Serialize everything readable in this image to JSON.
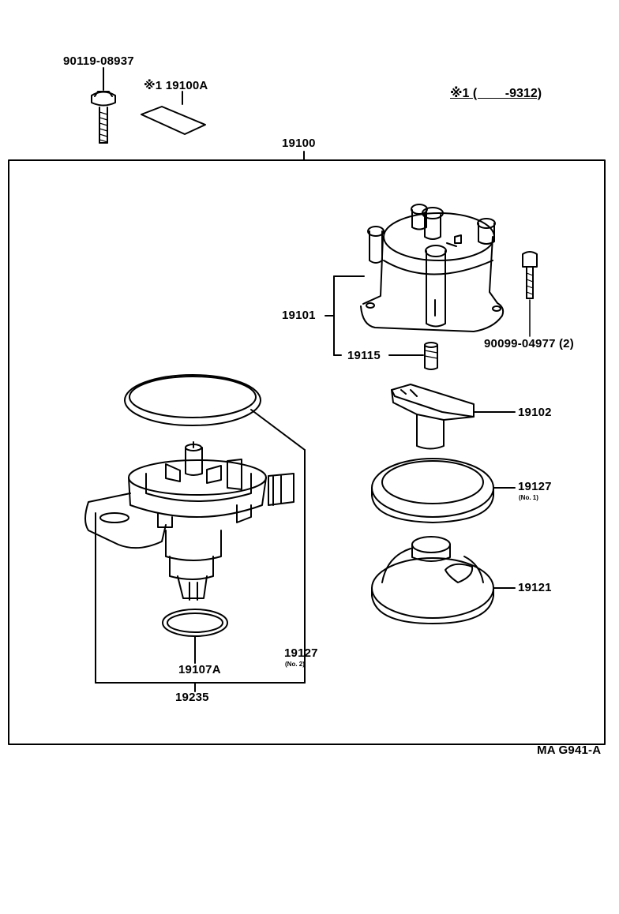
{
  "labels": {
    "bolt_top": "90119-08937",
    "label_plate": "※1 19100A",
    "assembly": "19100",
    "cap": "19101",
    "carbon": "19115",
    "cap_screw": "90099-04977 (2)",
    "rotor": "19102",
    "gasket_1": "19127",
    "gasket_1_sub": "(No. 1)",
    "cover": "19121",
    "gasket_2": "19127",
    "gasket_2_sub": "(No. 2)",
    "oring": "19107A",
    "housing": "19235",
    "figure_code": "MA G941-A"
  },
  "note": {
    "mark": "※1",
    "range": "(        -9312)"
  }
}
